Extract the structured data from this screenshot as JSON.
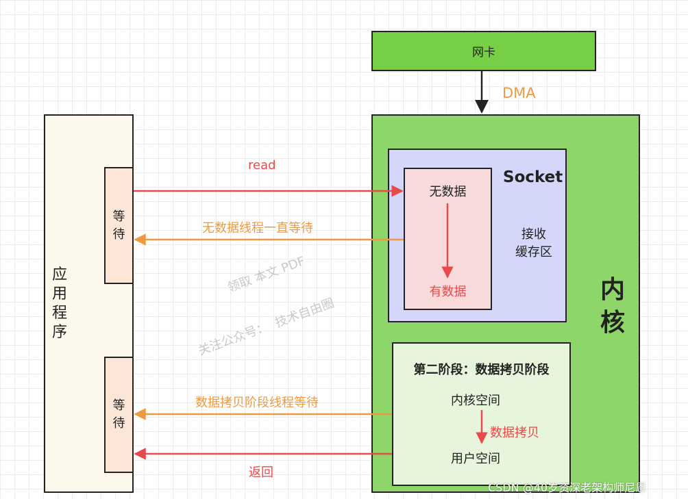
{
  "nic": {
    "label": "网卡"
  },
  "dma_label": "DMA",
  "kernel": {
    "label": "内\n核"
  },
  "app": {
    "label": "应\n用\n程\n序"
  },
  "wait_boxes": [
    {
      "label": "等\n待"
    },
    {
      "label": "等\n待"
    }
  ],
  "socket": {
    "title": "Socket",
    "buffer_label": "接收\n缓存区",
    "no_data": "无数据",
    "has_data": "有数据"
  },
  "copy_stage": {
    "title": "第二阶段：数据拷贝阶段",
    "kernel_space": "内核空间",
    "copy_label": "数据拷贝",
    "user_space": "用户空间"
  },
  "arrows": {
    "read": "read",
    "wait_no_data": "无数据线程一直等待",
    "wait_copy": "数据拷贝阶段线程等待",
    "return": "返回"
  },
  "watermarks": {
    "line1": "领取 本文 PDF",
    "line2": "关注公众号：  技术自由圈",
    "credit": "CSDN @40岁资深老架构师尼恩"
  },
  "colors": {
    "red": "#e8494a",
    "orange": "#ee9a43",
    "nic_green": "#77cf45",
    "kernel_green": "#8fd66a"
  }
}
